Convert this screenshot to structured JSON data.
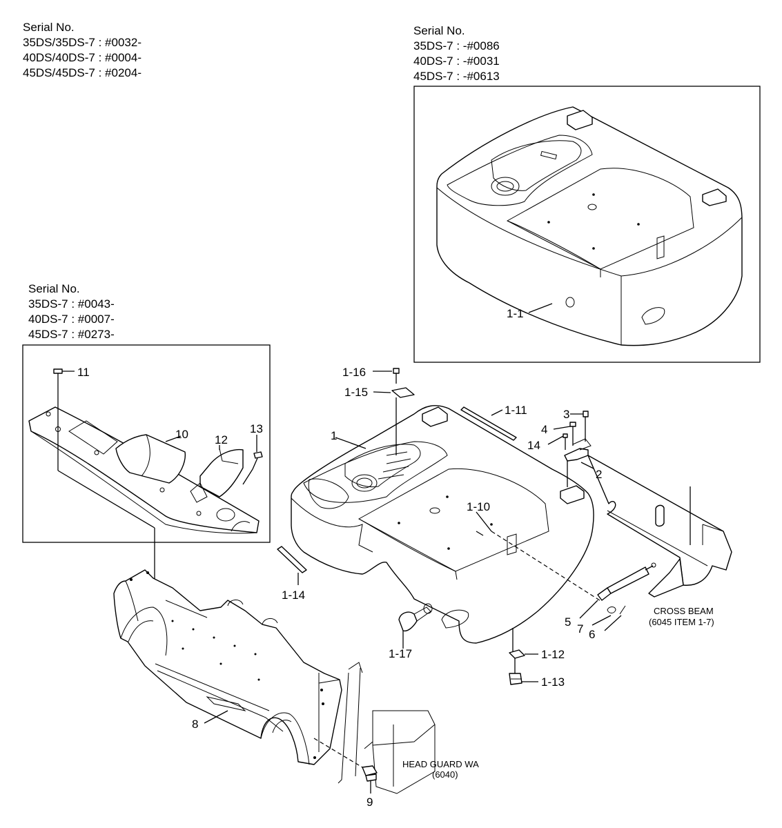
{
  "serial_main": {
    "title": "Serial No.",
    "lines": [
      "35DS/35DS-7 : #0032-",
      "40DS/40DS-7 : #0004-",
      "45DS/45DS-7 : #0204-"
    ]
  },
  "serial_detail_1_1": {
    "title": "Serial No.",
    "lines": [
      "35DS-7 : -#0086",
      "40DS-7 : -#0031",
      "45DS-7 : -#0613"
    ]
  },
  "serial_detail_cover": {
    "title": "Serial No.",
    "lines": [
      "35DS-7 : #0043-",
      "40DS-7 : #0007-",
      "45DS-7 : #0273-"
    ]
  },
  "callouts": {
    "p1": "1",
    "p1_1": "1-1",
    "p1_10": "1-10",
    "p1_11": "1-11",
    "p1_12": "1-12",
    "p1_13": "1-13",
    "p1_14": "1-14",
    "p1_15": "1-15",
    "p1_16": "1-16",
    "p1_17": "1-17",
    "p2": "2",
    "p3": "3",
    "p4": "4",
    "p5": "5",
    "p6": "6",
    "p7": "7",
    "p8": "8",
    "p9": "9",
    "p10": "10",
    "p11": "11",
    "p12": "12",
    "p13": "13",
    "p14": "14"
  },
  "notes": {
    "cross_beam": "CROSS BEAM",
    "cross_beam_ref": "(6045 ITEM 1-7)",
    "head_guard": "HEAD GUARD WA",
    "head_guard_ref": "(6040)"
  }
}
